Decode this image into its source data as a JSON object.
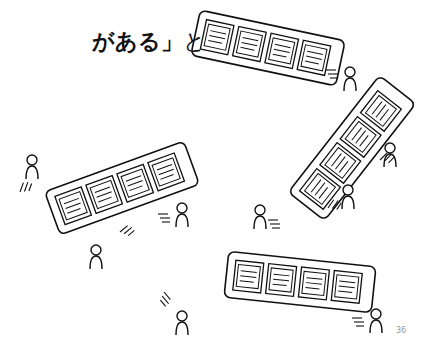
{
  "diagram": {
    "labels": [
      "がある」",
      "と",
      "36"
    ]
  }
}
